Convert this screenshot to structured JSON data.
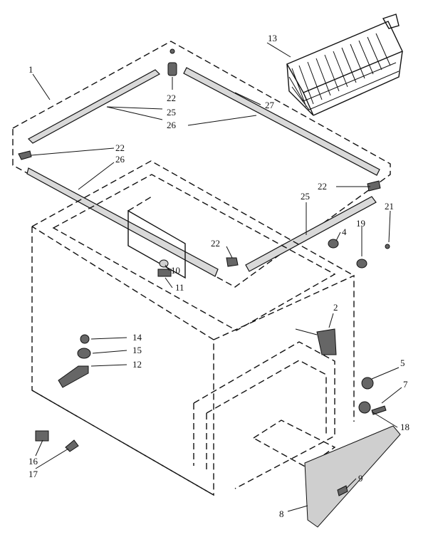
{
  "callouts": {
    "c1": "1",
    "c2": "2",
    "c4": "4",
    "c5": "5",
    "c7": "7",
    "c8": "8",
    "c9": "9",
    "c10": "10",
    "c11": "11",
    "c12": "12",
    "c13": "13",
    "c14": "14",
    "c15": "15",
    "c16": "16",
    "c17": "17",
    "c18": "18",
    "c19": "19",
    "c21": "21",
    "c22a": "22",
    "c22b": "22",
    "c22c": "22",
    "c22d": "22",
    "c25a": "25",
    "c25b": "25",
    "c26a": "26",
    "c26b": "26",
    "c27": "27"
  }
}
